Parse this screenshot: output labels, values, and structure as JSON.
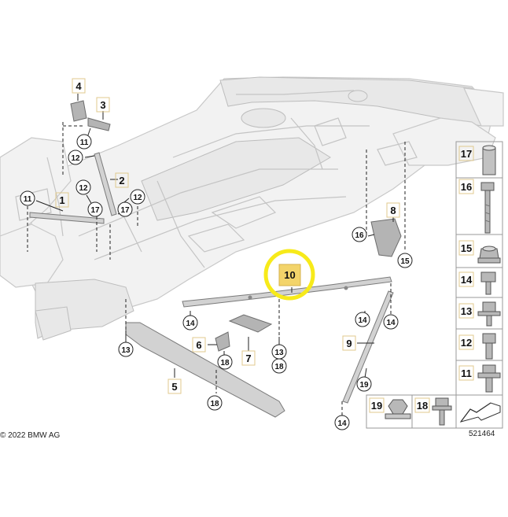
{
  "diagram": {
    "callouts": {
      "c1": "1",
      "c2": "2",
      "c3": "3",
      "c4": "4",
      "c5": "5",
      "c6": "6",
      "c7": "7",
      "c8": "8",
      "c9": "9",
      "c10": "10",
      "c11": "11",
      "c12": "12",
      "c13": "13",
      "c14": "14",
      "c15": "15",
      "c16": "16",
      "c17": "17",
      "c18": "18",
      "c19": "19"
    },
    "highlight_color": "#f7ea1a",
    "highlight_box_color": "#f3d46a"
  },
  "legend": {
    "items": [
      "17",
      "16",
      "15",
      "14",
      "13",
      "12",
      "11"
    ],
    "bottom_left": "19",
    "bottom_mid": "18"
  },
  "footer": {
    "copyright": "© 2022 BMW AG",
    "diagram_id": "521464"
  }
}
